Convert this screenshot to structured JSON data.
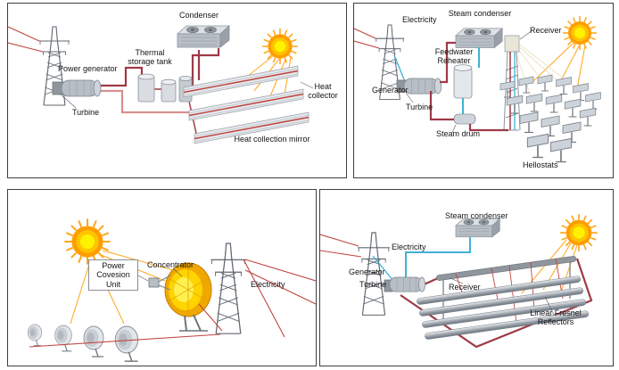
{
  "colors": {
    "hot_pipe": "#9e3a46",
    "hot_pipe_light": "#d98f8f",
    "red_line": "#c2453f",
    "cold_pipe": "#3fb3d4",
    "sun_core": "#fff200",
    "sun_mid": "#ffc300",
    "sun_halo": "#ff9d00",
    "metal": "#b8bec6",
    "metal_dark": "#7d848c",
    "panel_border": "#3f3f3f"
  },
  "panels": {
    "parabolic_trough": {
      "labels": {
        "condenser": "Condenser",
        "thermal_storage_tank": "Thermal storage tank",
        "power_generator": "Power generator",
        "turbine": "Turbine",
        "heat_collector": "Heat collector",
        "heat_collection_mirror": "Heat collection mirror"
      }
    },
    "solar_tower": {
      "labels": {
        "electricity": "Electricity",
        "steam_condenser": "Steam condenser",
        "receiver": "Receiver",
        "feedwater_reheater": "Feedwater Reheater",
        "generator": "Generator",
        "turbine": "Turbine",
        "steam_drum": "Steam drum",
        "heliostats": "Hellostats"
      }
    },
    "parabolic_dish": {
      "labels": {
        "power_conversion_unit": "Power Covesion Unit",
        "concentrator": "Concentrator",
        "electricity": "Electricity"
      }
    },
    "linear_fresnel": {
      "labels": {
        "steam_condenser": "Steam condenser",
        "electricity": "Electricity",
        "generator": "Generator",
        "turbine": "Turbine",
        "receiver": "Receiver",
        "linear_fresnel_reflectors": "Linear Fresnel Reflectors"
      }
    }
  }
}
